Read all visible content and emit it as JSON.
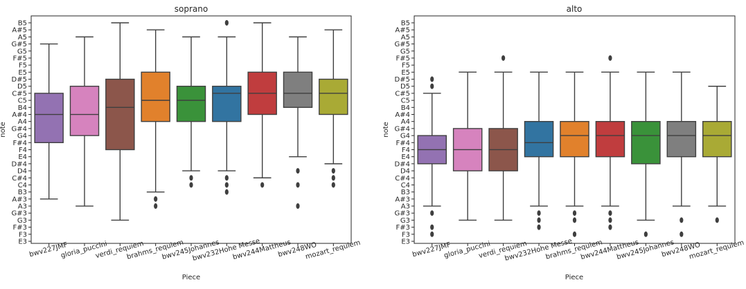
{
  "notes": [
    "E3",
    "F3",
    "F#3",
    "G3",
    "G#3",
    "A3",
    "A#3",
    "B3",
    "C4",
    "C#4",
    "D4",
    "D#4",
    "E4",
    "F4",
    "F#4",
    "G4",
    "G#4",
    "A4",
    "A#4",
    "B4",
    "C5",
    "C#5",
    "D5",
    "D#5",
    "E5",
    "F5",
    "F#5",
    "G5",
    "G#5",
    "A5",
    "A#5",
    "B5"
  ],
  "chart_data": [
    {
      "type": "box",
      "title": "soprano",
      "xlabel": "Piece",
      "ylabel": "note",
      "categories": [
        "bwv227JMF",
        "gloria_puccini",
        "verdi_requiem",
        "brahms_requiem",
        "bwv245Johannes",
        "bwv232Hohe Messe",
        "bwv244Mattheus",
        "bwv248WO",
        "mozart_requiem"
      ],
      "boxes": [
        {
          "piece": "bwv227JMF",
          "color": "#9372b2",
          "whisker_low": "A#3",
          "q1": "F#4",
          "median": "A#4",
          "q3": "C#5",
          "whisker_high": "G#5",
          "outliers": []
        },
        {
          "piece": "gloria_puccini",
          "color": "#d683be",
          "whisker_low": "A3",
          "q1": "G4",
          "median": "A#4",
          "q3": "D5",
          "whisker_high": "A5",
          "outliers": []
        },
        {
          "piece": "verdi_requiem",
          "color": "#8c564b",
          "whisker_low": "G3",
          "q1": "F4",
          "median": "B4",
          "q3": "D#5",
          "whisker_high": "B5",
          "outliers": []
        },
        {
          "piece": "brahms_requiem",
          "color": "#e1812c",
          "whisker_low": "B3",
          "q1": "A4",
          "median": "C5",
          "q3": "E5",
          "whisker_high": "A#5",
          "outliers": [
            "A#3",
            "A3"
          ]
        },
        {
          "piece": "bwv245Johannes",
          "color": "#3a923a",
          "whisker_low": "D4",
          "q1": "A4",
          "median": "C5",
          "q3": "D5",
          "whisker_high": "A5",
          "outliers": [
            "C#4",
            "C4"
          ]
        },
        {
          "piece": "bwv232Hohe Messe",
          "color": "#3274a1",
          "whisker_low": "D4",
          "q1": "A4",
          "median": "C#5",
          "q3": "D5",
          "whisker_high": "A5",
          "outliers": [
            "C#4",
            "C4",
            "B3",
            "B5"
          ]
        },
        {
          "piece": "bwv244Mattheus",
          "color": "#c03d3e",
          "whisker_low": "C#4",
          "q1": "A#4",
          "median": "C#5",
          "q3": "E5",
          "whisker_high": "B5",
          "outliers": [
            "C4"
          ]
        },
        {
          "piece": "bwv248WO",
          "color": "#7f7f7f",
          "whisker_low": "E4",
          "q1": "B4",
          "median": "C#5",
          "q3": "E5",
          "whisker_high": "A5",
          "outliers": [
            "D4",
            "C4",
            "A3"
          ]
        },
        {
          "piece": "mozart_requiem",
          "color": "#a9aa35",
          "whisker_low": "D#4",
          "q1": "A#4",
          "median": "C#5",
          "q3": "D#5",
          "whisker_high": "A#5",
          "outliers": [
            "D4",
            "C#4",
            "C4"
          ]
        }
      ]
    },
    {
      "type": "box",
      "title": "alto",
      "xlabel": "Piece",
      "ylabel": "note",
      "categories": [
        "bwv227JMF",
        "gloria_puccini",
        "verdi_requiem",
        "bwv232Hohe Messe",
        "brahms_requiem",
        "bwv244Mattheus",
        "bwv245Johannes",
        "bwv248WO",
        "mozart_requiem"
      ],
      "boxes": [
        {
          "piece": "bwv227JMF",
          "color": "#9372b2",
          "whisker_low": "A3",
          "q1": "D#4",
          "median": "F4",
          "q3": "G4",
          "whisker_high": "C#5",
          "outliers": [
            "D5",
            "D#5",
            "G#3",
            "F#3",
            "F3"
          ]
        },
        {
          "piece": "gloria_puccini",
          "color": "#d683be",
          "whisker_low": "G3",
          "q1": "D4",
          "median": "F4",
          "q3": "G#4",
          "whisker_high": "E5",
          "outliers": []
        },
        {
          "piece": "verdi_requiem",
          "color": "#8c564b",
          "whisker_low": "G3",
          "q1": "D4",
          "median": "F4",
          "q3": "G#4",
          "whisker_high": "E5",
          "outliers": [
            "F#5"
          ]
        },
        {
          "piece": "bwv232Hohe Messe",
          "color": "#3274a1",
          "whisker_low": "A3",
          "q1": "E4",
          "median": "F#4",
          "q3": "A4",
          "whisker_high": "E5",
          "outliers": [
            "G#3",
            "G3",
            "F#3"
          ]
        },
        {
          "piece": "brahms_requiem",
          "color": "#e1812c",
          "whisker_low": "A3",
          "q1": "E4",
          "median": "G4",
          "q3": "A4",
          "whisker_high": "E5",
          "outliers": [
            "G#3",
            "G3",
            "F3"
          ]
        },
        {
          "piece": "bwv244Mattheus",
          "color": "#c03d3e",
          "whisker_low": "A3",
          "q1": "E4",
          "median": "G4",
          "q3": "A4",
          "whisker_high": "E5",
          "outliers": [
            "F#5",
            "G#3",
            "G3",
            "F#3"
          ]
        },
        {
          "piece": "bwv245Johannes",
          "color": "#3a923a",
          "whisker_low": "G3",
          "q1": "D#4",
          "median": "G4",
          "q3": "A4",
          "whisker_high": "E5",
          "outliers": [
            "F3"
          ]
        },
        {
          "piece": "bwv248WO",
          "color": "#7f7f7f",
          "whisker_low": "A3",
          "q1": "E4",
          "median": "G4",
          "q3": "A4",
          "whisker_high": "E5",
          "outliers": [
            "G3",
            "F3"
          ]
        },
        {
          "piece": "mozart_requiem",
          "color": "#a9aa35",
          "whisker_low": "A3",
          "q1": "E4",
          "median": "G4",
          "q3": "A4",
          "whisker_high": "D5",
          "outliers": [
            "G3"
          ]
        }
      ]
    }
  ]
}
